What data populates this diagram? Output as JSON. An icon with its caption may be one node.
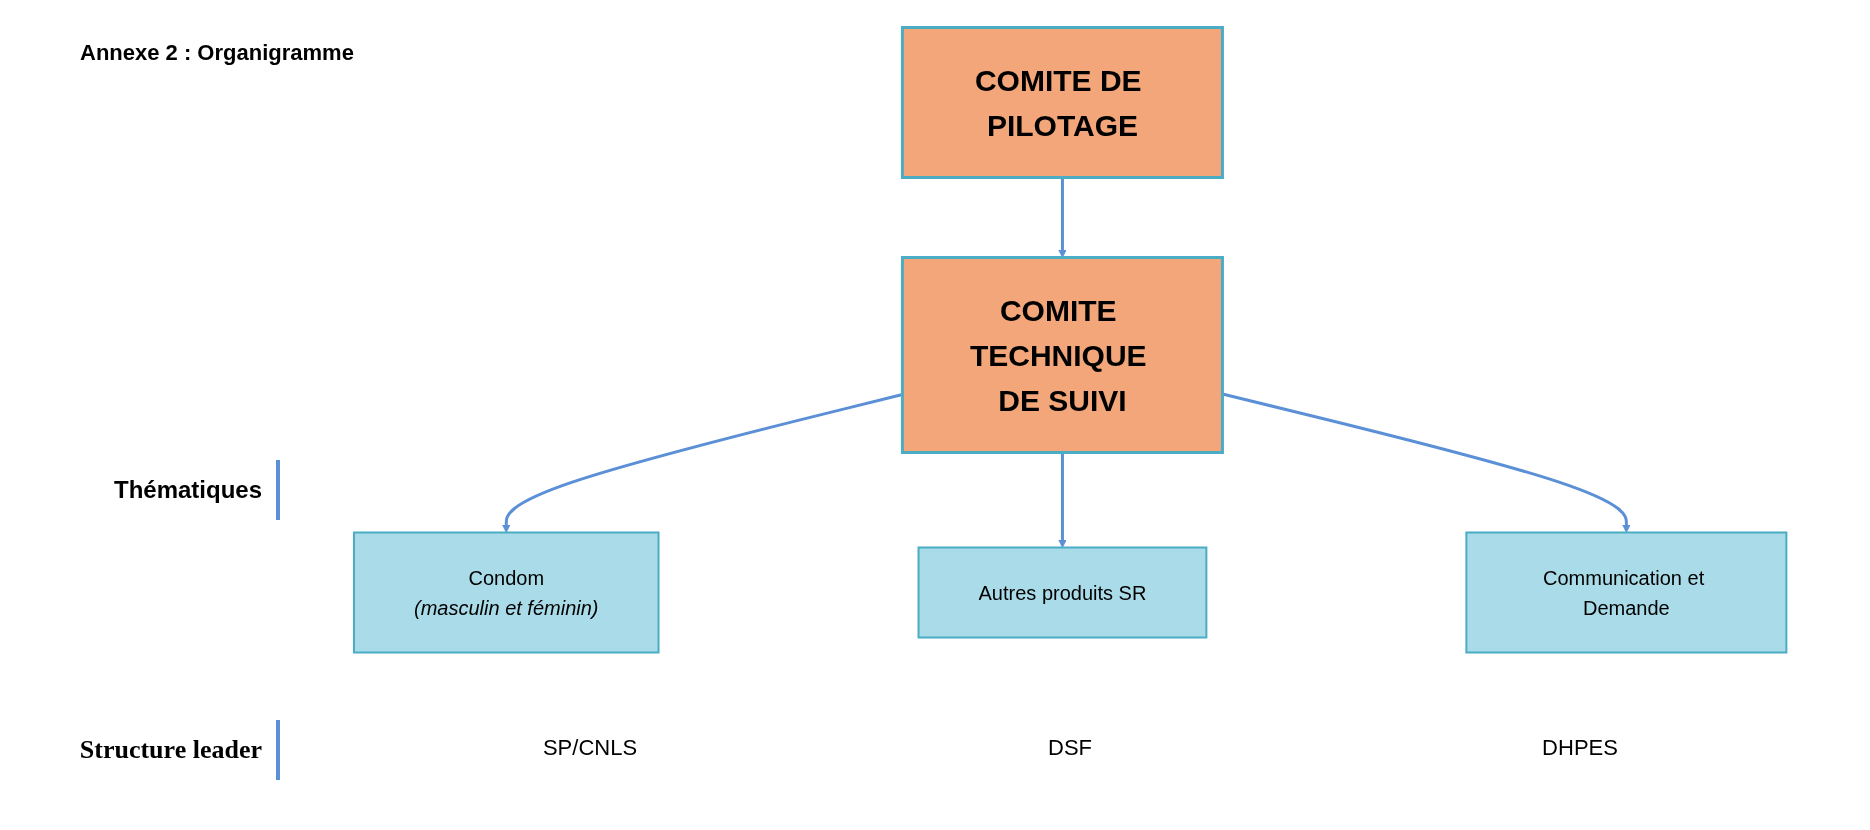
{
  "diagram": {
    "title": "Annexe 2 : Organigramme",
    "nodes": [
      {
        "text": [
          "COMITE DE PILOTAGE"
        ]
      },
      {
        "text": [
          "COMITE TECHNIQUE DE SUIVI"
        ]
      },
      {
        "text": [
          "Condom",
          "(masculin et féminin)"
        ]
      },
      {
        "text": [
          "Autres produits SR"
        ]
      },
      {
        "text": [
          "Communication et Demande"
        ]
      }
    ],
    "edges": [
      {
        "from": 0,
        "to": 1,
        "arrow": "to"
      },
      {
        "from": 1,
        "to": 2,
        "arrow": "to"
      },
      {
        "from": 1,
        "to": 3,
        "arrow": "to"
      },
      {
        "from": 1,
        "to": 4,
        "arrow": "to"
      }
    ],
    "labels": [
      "Thématiques",
      "Structure leader",
      "SP/CNLS",
      "DSF",
      "DHPES"
    ]
  }
}
